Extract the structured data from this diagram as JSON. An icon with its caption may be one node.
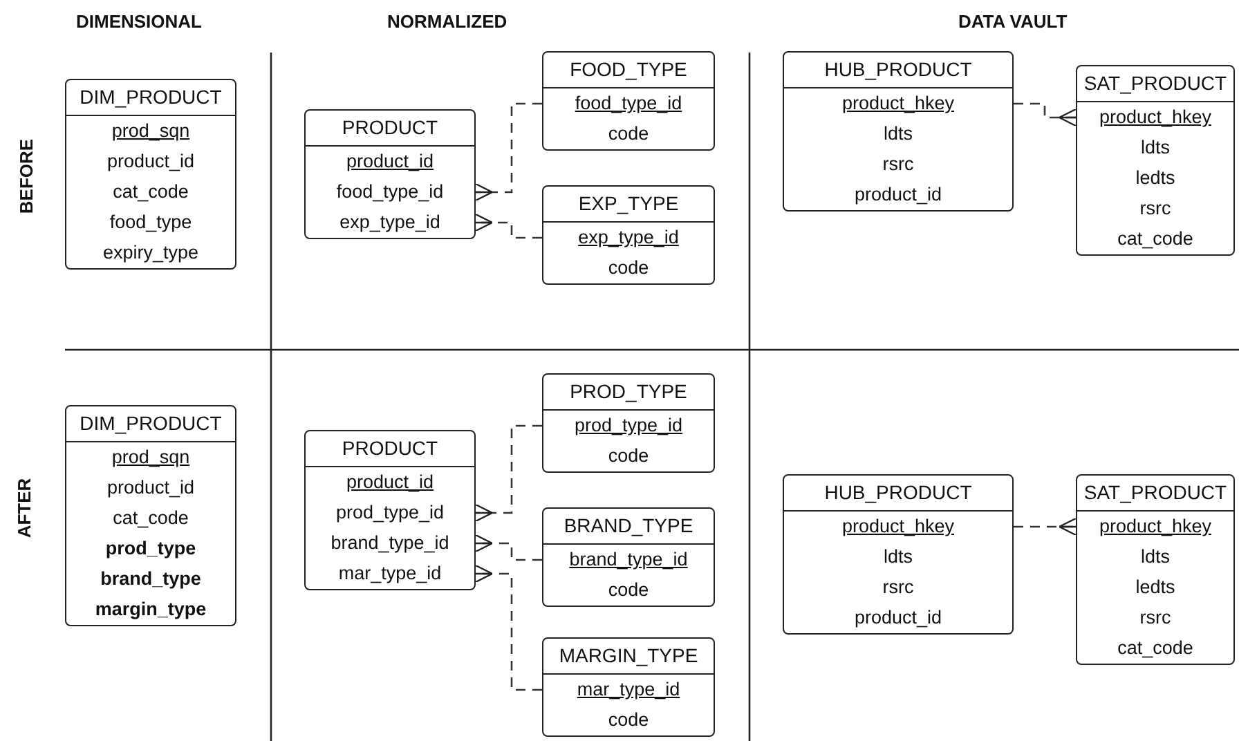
{
  "diagram": {
    "nodes": [
      {
        "text": [
          "DIM_PRODUCT",
          "prod_sqn",
          "product_id",
          "cat_code",
          "food_type",
          "expiry_type"
        ]
      },
      {
        "text": [
          "PRODUCT",
          "product_id",
          "food_type_id",
          "exp_type_id"
        ]
      },
      {
        "text": [
          "FOOD_TYPE",
          "food_type_id",
          "code"
        ]
      },
      {
        "text": [
          "EXP_TYPE",
          "exp_type_id",
          "code"
        ]
      },
      {
        "text": [
          "HUB_PRODUCT",
          "product_hkey",
          "ldts",
          "rsrc",
          "product_id"
        ]
      },
      {
        "text": [
          "SAT_PRODUCT",
          "product_hkey",
          "ldts",
          "ledts",
          "rsrc",
          "cat_code"
        ]
      },
      {
        "text": [
          "DIM_PRODUCT",
          "prod_sqn",
          "product_id",
          "cat_code",
          "**prod_type**",
          "**brand_type**",
          "**margin_type**"
        ]
      },
      {
        "text": [
          "PRODUCT",
          "product_id",
          "prod_type_id",
          "brand_type_id",
          "mar_type_id"
        ]
      },
      {
        "text": [
          "PROD_TYPE",
          "prod_type_id",
          "code"
        ]
      },
      {
        "text": [
          "BRAND_TYPE",
          "brand_type_id",
          "code"
        ]
      },
      {
        "text": [
          "MARGIN_TYPE",
          "mar_type_id",
          "code"
        ]
      },
      {
        "text": [
          "HUB_PRODUCT",
          "product_hkey",
          "ldts",
          "rsrc",
          "product_id"
        ]
      },
      {
        "text": [
          "SAT_PRODUCT",
          "product_hkey",
          "ldts",
          "ledts",
          "rsrc",
          "cat_code"
        ]
      }
    ],
    "edges": [
      {
        "from": 2,
        "to": 1,
        "arrow": "other",
        "style": "dashed"
      },
      {
        "from": 3,
        "to": 1,
        "arrow": "other",
        "style": "dashed"
      },
      {
        "from": 4,
        "to": 5,
        "arrow": "other",
        "style": "dashed"
      },
      {
        "from": 8,
        "to": 7,
        "arrow": "other",
        "style": "dashed"
      },
      {
        "from": 9,
        "to": 7,
        "arrow": "other",
        "style": "dashed"
      },
      {
        "from": 10,
        "to": 7,
        "arrow": "other",
        "style": "dashed"
      },
      {
        "from": 11,
        "to": 12,
        "arrow": "other",
        "style": "dashed"
      }
    ],
    "labels": [
      "DIMENSIONAL",
      "NORMALIZED",
      "DATA VAULT",
      "BEFORE",
      "AFTER"
    ]
  }
}
